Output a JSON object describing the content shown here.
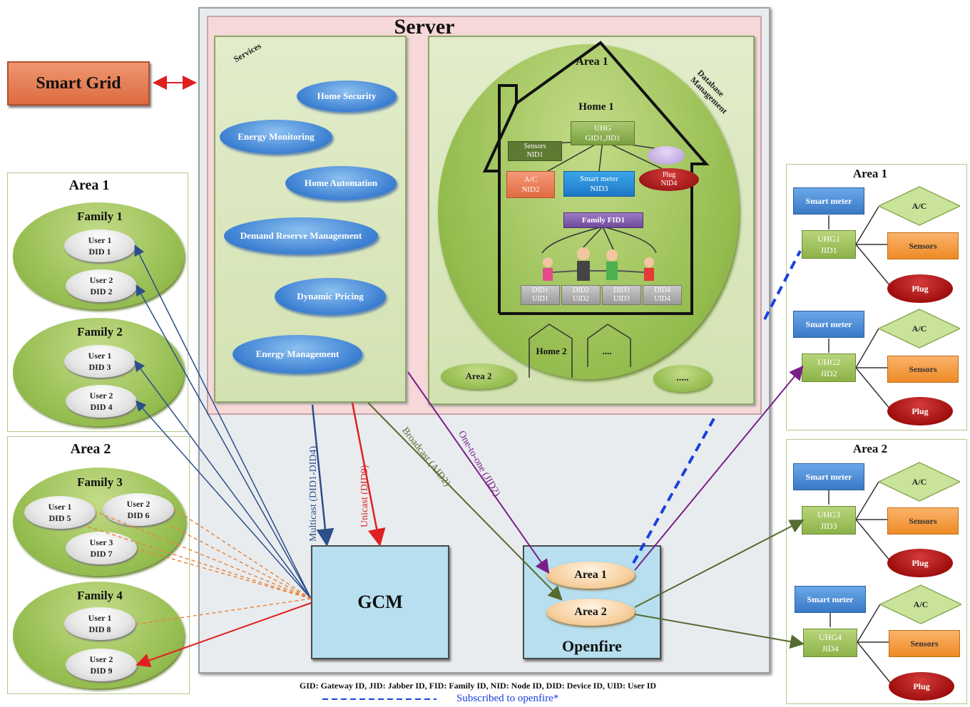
{
  "smart_grid": "Smart Grid",
  "server": {
    "title": "Server",
    "services_label": "Services",
    "db_label": "Database Management",
    "services": [
      "Home Security",
      "Energy Monitoring",
      "Home Automation",
      "Demand Reserve Management",
      "Dynamic Pricing",
      "Energy Management"
    ],
    "db": {
      "area1": "Area 1",
      "home1": "Home 1",
      "uhg": "UHG",
      "uhg_ids": "GID1,JID1",
      "sensors": "Sensors",
      "sensors_nid": "NID1",
      "ac": "A/C",
      "ac_nid": "NID2",
      "smart_meter": "Smart meter",
      "smart_meter_nid": "NID3",
      "plug": "Plug",
      "plug_nid": "NID4",
      "family": "Family FID1",
      "devices": [
        {
          "did": "DID1",
          "uid": "UID1"
        },
        {
          "did": "DID2",
          "uid": "UID2"
        },
        {
          "did": "DID3",
          "uid": "UID3"
        },
        {
          "did": "DID4",
          "uid": "UID4"
        }
      ],
      "home2": "Home 2",
      "more_homes": "....",
      "area2": "Area 2",
      "more_areas": "....."
    }
  },
  "left": {
    "areas": [
      {
        "name": "Area 1",
        "families": [
          {
            "name": "Family 1",
            "users": [
              [
                "User 1",
                "DID 1"
              ],
              [
                "User 2",
                "DID 2"
              ]
            ]
          },
          {
            "name": "Family 2",
            "users": [
              [
                "User 1",
                "DID 3"
              ],
              [
                "User 2",
                "DID 4"
              ]
            ]
          }
        ]
      },
      {
        "name": "Area 2",
        "families": [
          {
            "name": "Family 3",
            "users": [
              [
                "User 1",
                "DID 5"
              ],
              [
                "User 2",
                "DID 6"
              ],
              [
                "User 3",
                "DID 7"
              ]
            ]
          },
          {
            "name": "Family 4",
            "users": [
              [
                "User 1",
                "DID 8"
              ],
              [
                "User 2",
                "DID 9"
              ]
            ]
          }
        ]
      }
    ]
  },
  "gcm": "GCM",
  "openfire": {
    "title": "Openfire",
    "area1": "Area 1",
    "area2": "Area 2"
  },
  "arrows": {
    "multicast": "Multicast (DID1-DID4)",
    "unicast": "Unicast (DID9)",
    "broadcast": "Broadcast (AID2)",
    "one_to_one": "One-to-one (JID2)"
  },
  "right": {
    "areas": [
      {
        "name": "Area 1",
        "groups": [
          {
            "meter": "Smart meter",
            "uhg": "UHG1",
            "jid": "JID1",
            "ac": "A/C",
            "sensors": "Sensors",
            "plug": "Plug"
          },
          {
            "meter": "Smart meter",
            "uhg": "UHG2",
            "jid": "JID2",
            "ac": "A/C",
            "sensors": "Sensors",
            "plug": "Plug"
          }
        ]
      },
      {
        "name": "Area 2",
        "groups": [
          {
            "meter": "Smart meter",
            "uhg": "UHG3",
            "jid": "JID3",
            "ac": "A/C",
            "sensors": "Sensors",
            "plug": "Plug"
          },
          {
            "meter": "Smart meter",
            "uhg": "UHG4",
            "jid": "JID4",
            "ac": "A/C",
            "sensors": "Sensors",
            "plug": "Plug"
          }
        ]
      }
    ]
  },
  "legend": {
    "abbreviations": "GID: Gateway ID, JID: Jabber ID, FID: Family ID, NID: Node ID, DID: Device ID, UID: User ID",
    "subscribed": "Subscribed to openfire*"
  },
  "colors": {
    "service_blue": "#3b7fd2",
    "panel_green": "#d3e2b2",
    "gcm_blue": "#b7dff0",
    "smart_grid_orange": "#e97f55",
    "multicast": "#2c4e8a",
    "unicast": "#e02020",
    "broadcast": "#556b2f",
    "one_to_one": "#7a1f87",
    "subscribed": "#1a3fe0"
  }
}
